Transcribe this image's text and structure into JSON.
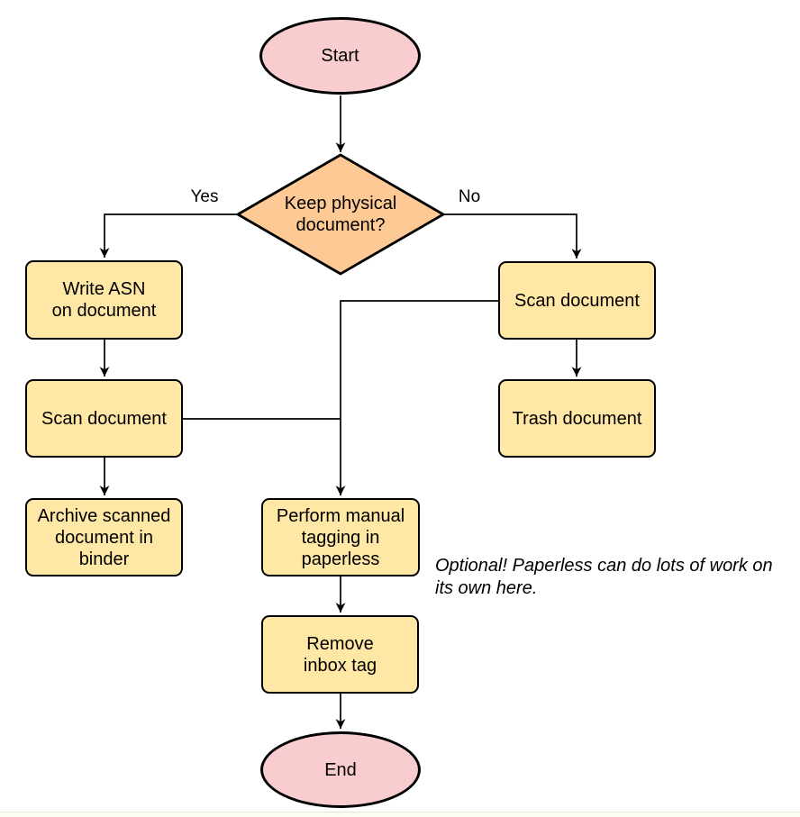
{
  "colors": {
    "terminal_fill": "#f9cdd0",
    "decision_fill": "#fdca96",
    "process_fill": "#ffe7a5",
    "stroke": "#000000"
  },
  "nodes": {
    "start": {
      "label": "Start",
      "type": "terminal"
    },
    "decision": {
      "label": "Keep physical\ndocument?",
      "type": "decision"
    },
    "write_asn": {
      "label": "Write ASN\non document",
      "type": "process"
    },
    "scan_left": {
      "label": "Scan document",
      "type": "process"
    },
    "archive": {
      "label": "Archive scanned\ndocument in\nbinder",
      "type": "process"
    },
    "scan_right": {
      "label": "Scan document",
      "type": "process"
    },
    "trash": {
      "label": "Trash document",
      "type": "process"
    },
    "tagging": {
      "label": "Perform manual\ntagging in\npaperless",
      "type": "process"
    },
    "remove_inbox": {
      "label": "Remove\ninbox tag",
      "type": "process"
    },
    "end": {
      "label": "End",
      "type": "terminal"
    }
  },
  "edge_labels": {
    "yes": "Yes",
    "no": "No"
  },
  "note": {
    "text": "Optional! Paperless can do lots of work on\nits own here."
  }
}
